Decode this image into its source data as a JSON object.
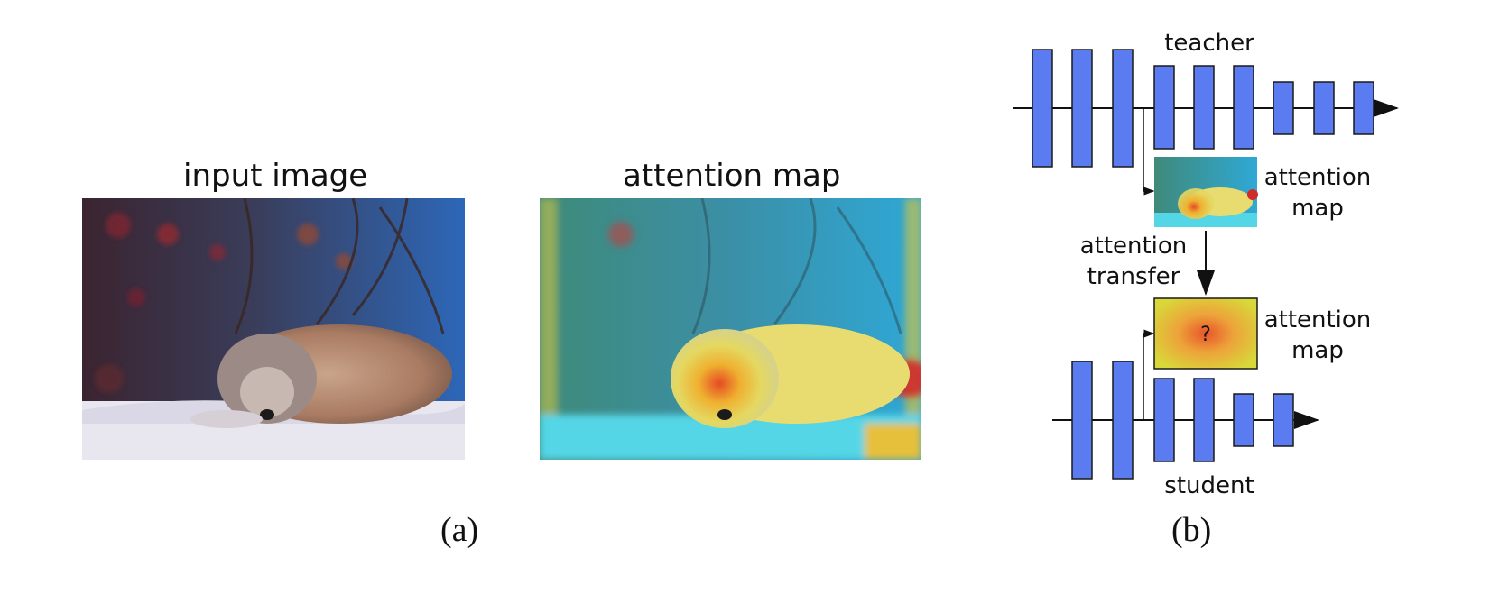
{
  "panel_a": {
    "input_title": "input image",
    "attention_title": "attention map",
    "caption": "(a)"
  },
  "panel_b": {
    "teacher_label": "teacher",
    "student_label": "student",
    "teacher_map_label_line1": "attention",
    "teacher_map_label_line2": "map",
    "transfer_label_line1": "attention",
    "transfer_label_line2": "transfer",
    "student_map_label_line1": "attention",
    "student_map_label_line2": "map",
    "student_map_symbol": "?",
    "caption": "(b)"
  },
  "colors": {
    "block_fill": "#5b7cf0",
    "block_stroke": "#1a1a1a",
    "student_map_fill": "#d8d83a",
    "student_map_center": "#e8542a"
  },
  "icons": [
    "wolf-photo",
    "wolf-attention-heatmap",
    "arrow-icon"
  ]
}
